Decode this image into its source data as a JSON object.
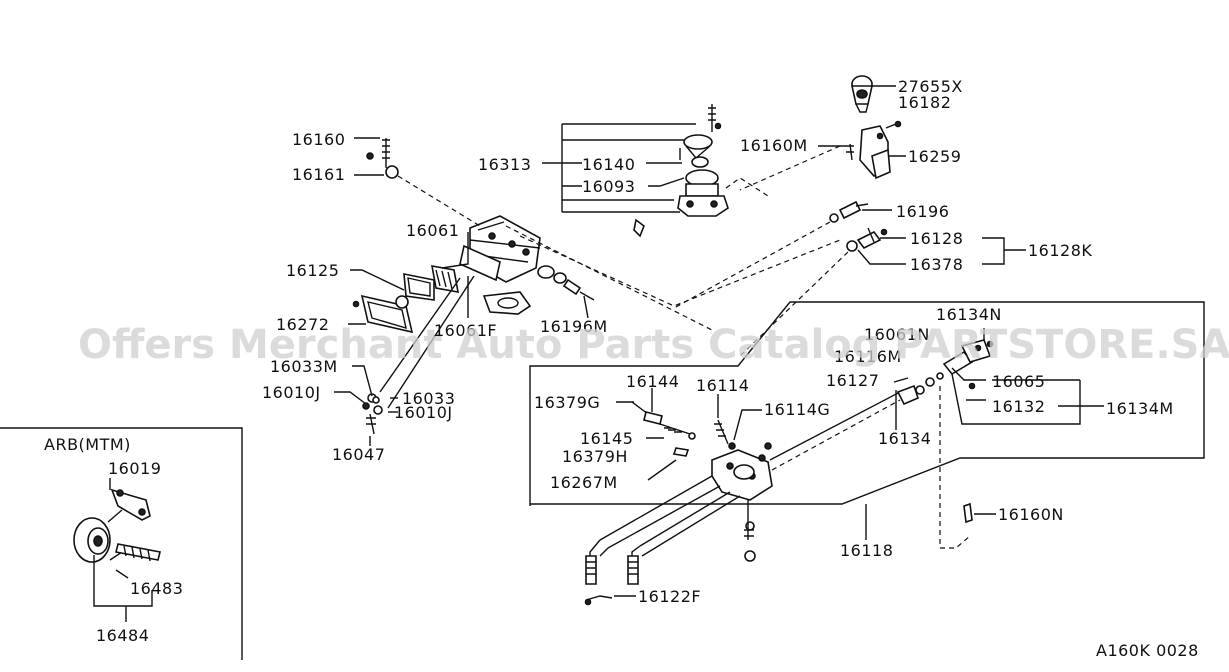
{
  "diagram_code": "A160K 0028",
  "watermark": "Offers Merchant Auto Parts Catalog PARTSTORE.SA",
  "inset_title": "ARB(MTM)",
  "labels": {
    "l16160": "16160",
    "l16161": "16161",
    "l16061": "16061",
    "l16125": "16125",
    "l16272": "16272",
    "l16033M": "16033M",
    "l16010J_left": "16010J",
    "l16033": "16033",
    "l16010J_right": "16010J",
    "l16047": "16047",
    "l16061F": "16061F",
    "l16196M": "16196M",
    "l16313": "16313",
    "l16140": "16140",
    "l16093": "16093",
    "l27655X": "27655X",
    "l16182": "16182",
    "l16160M": "16160M",
    "l16259": "16259",
    "l16196": "16196",
    "l16128": "16128",
    "l16378": "16378",
    "l16128K": "16128K",
    "l16134N": "16134N",
    "l16061N": "16061N",
    "l16116M": "16116M",
    "l16127": "16127",
    "l16065": "16065",
    "l16132": "16132",
    "l16134M": "16134M",
    "l16134": "16134",
    "l16144": "16144",
    "l16114": "16114",
    "l16114G": "16114G",
    "l16379G": "16379G",
    "l16145": "16145",
    "l16379H": "16379H",
    "l16267M": "16267M",
    "l16118": "16118",
    "l16160N": "16160N",
    "l16122F": "16122F",
    "l16019": "16019",
    "l16483": "16483",
    "l16484": "16484"
  }
}
